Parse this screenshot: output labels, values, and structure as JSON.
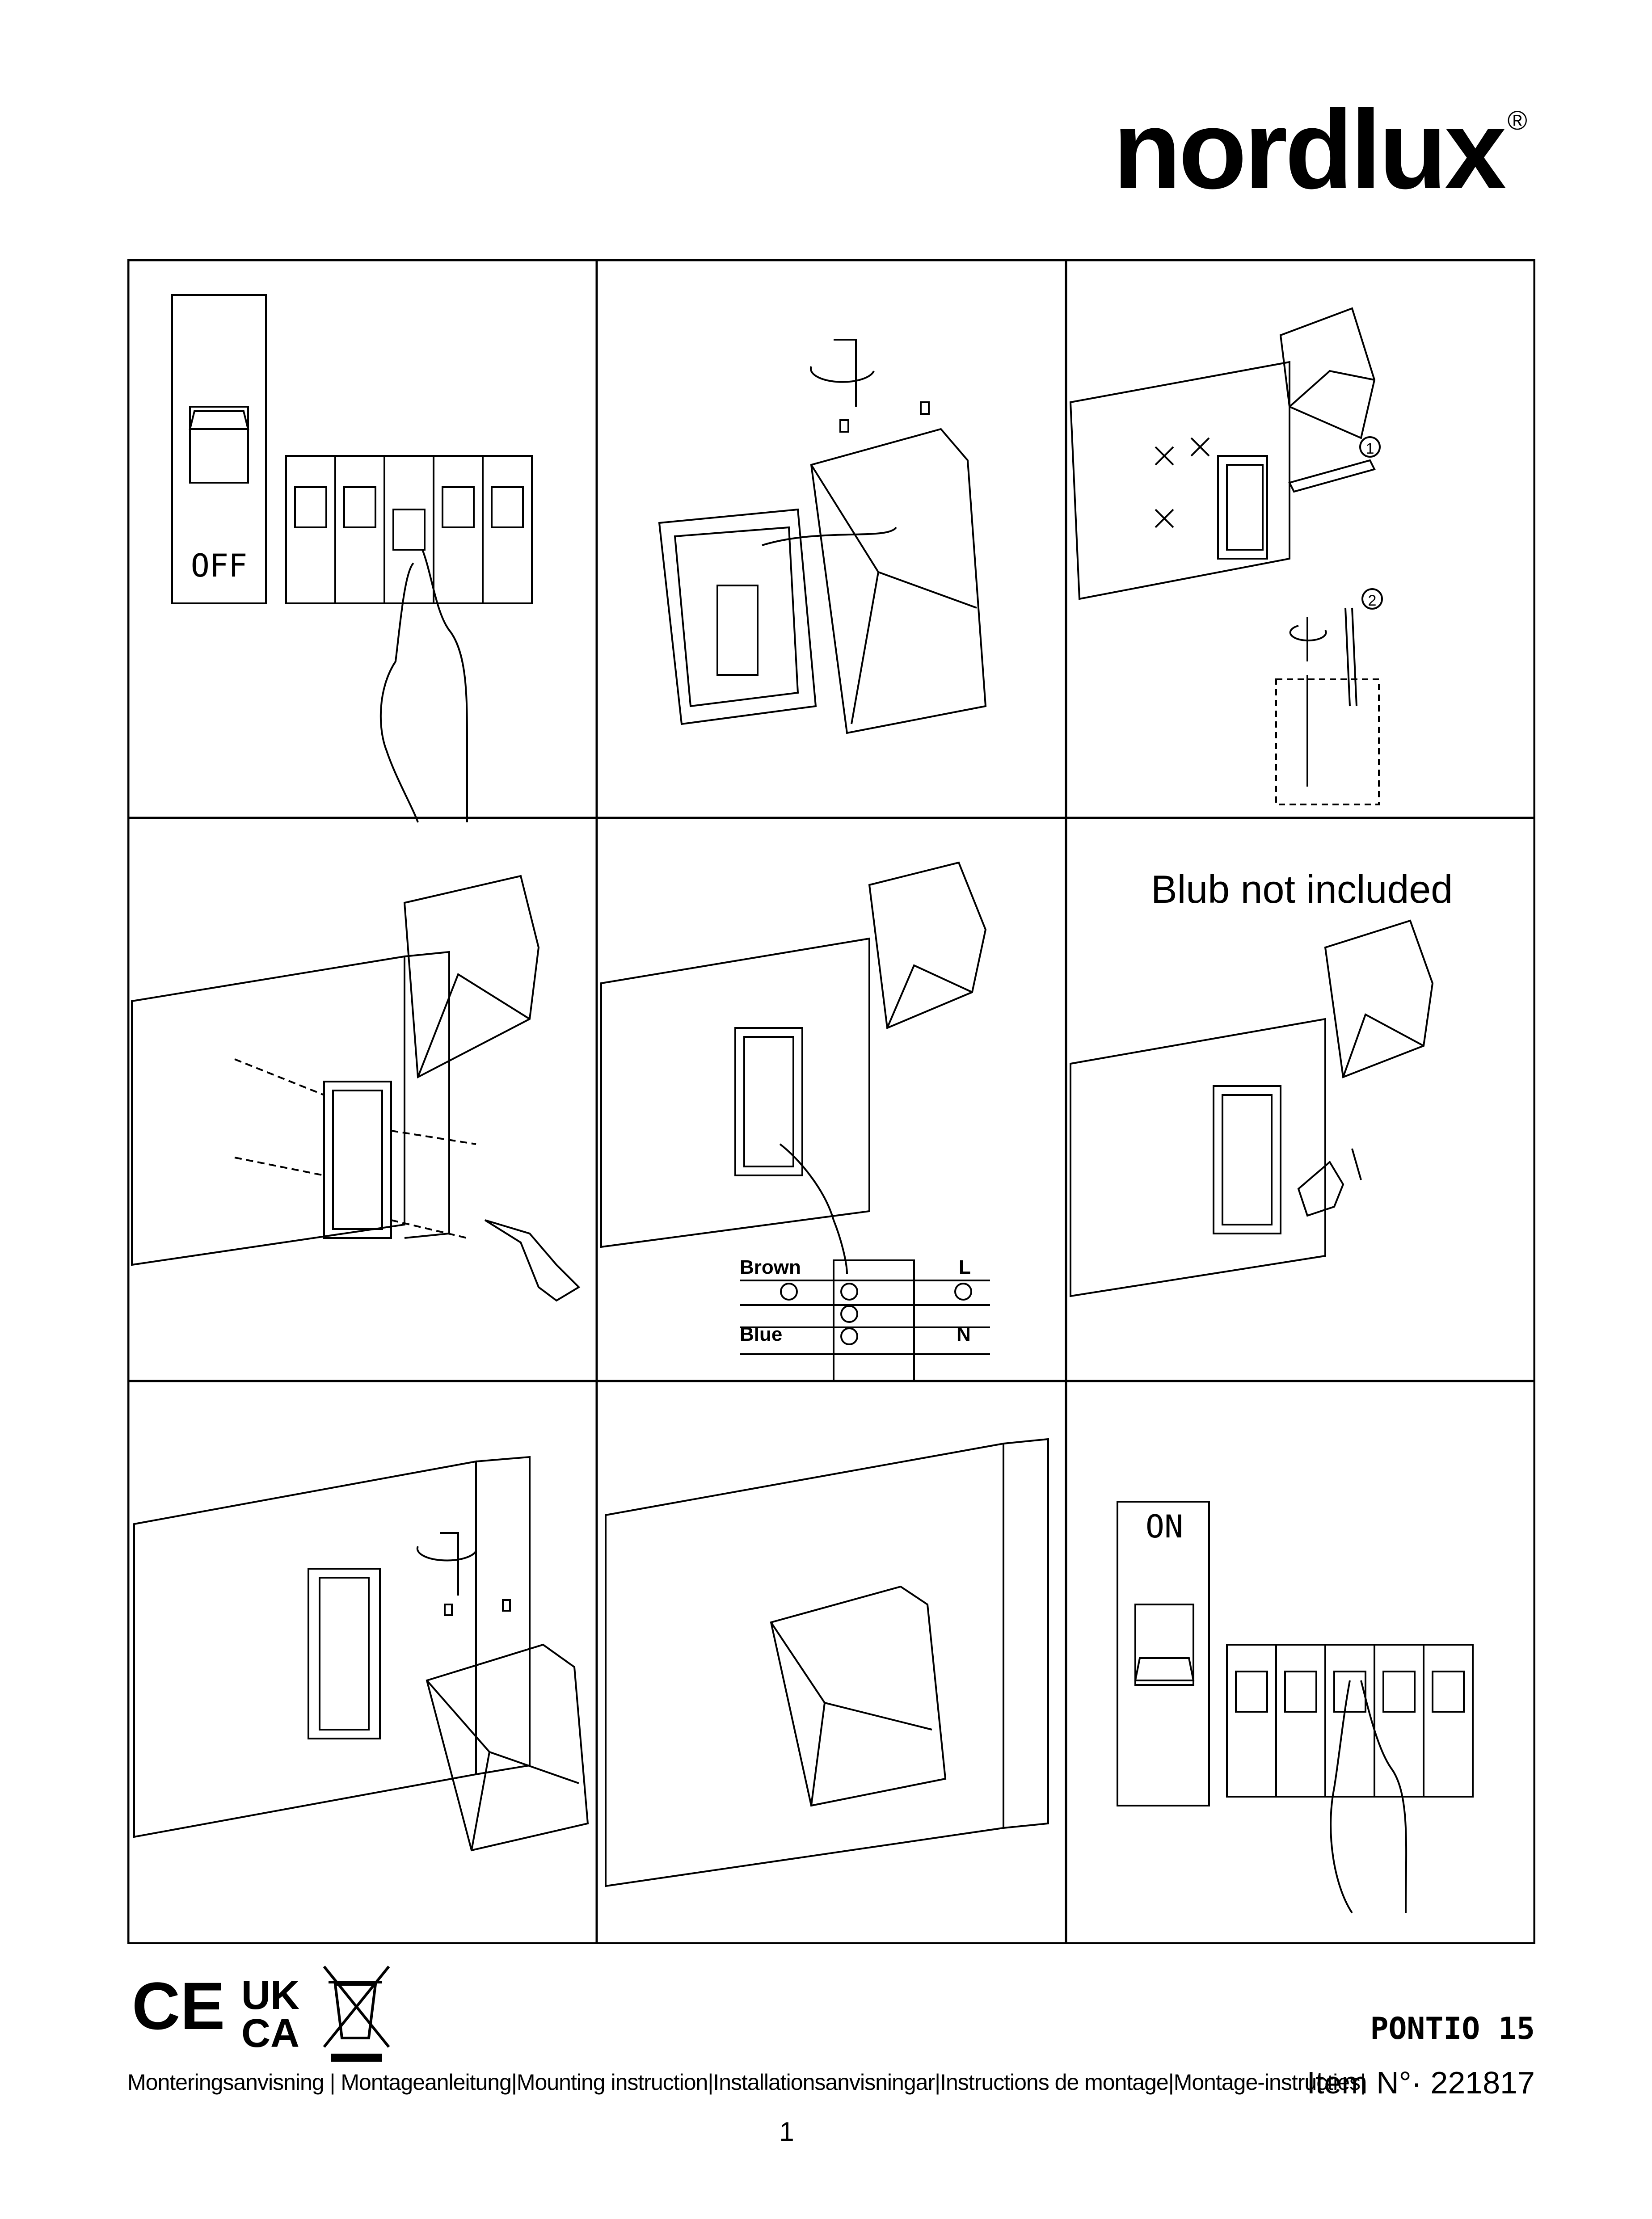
{
  "brand": {
    "logo_text": "nordlux",
    "registered_mark": "®"
  },
  "steps": {
    "step1": {
      "switch_label": "OFF"
    },
    "step6": {
      "caption": "Blub not included"
    },
    "step5": {
      "wires": {
        "brown": "Brown",
        "blue": "Blue",
        "live": "L",
        "neutral": "N"
      }
    },
    "step9": {
      "switch_label": "ON"
    },
    "markers": {
      "one": "1",
      "two": "2"
    }
  },
  "certifications": {
    "ce": "CE",
    "ukca_top": "UK",
    "ukca_bottom": "CA"
  },
  "product": {
    "name": "PONTIO 15"
  },
  "footer": {
    "instructions": "Monteringsanvisning | Montageanleitung|Mounting instruction|Installationsanvisningar|Instructions de montage|Montage-instructies|",
    "item_label": "Item N°·",
    "item_number": "221817",
    "page_number": "1"
  }
}
